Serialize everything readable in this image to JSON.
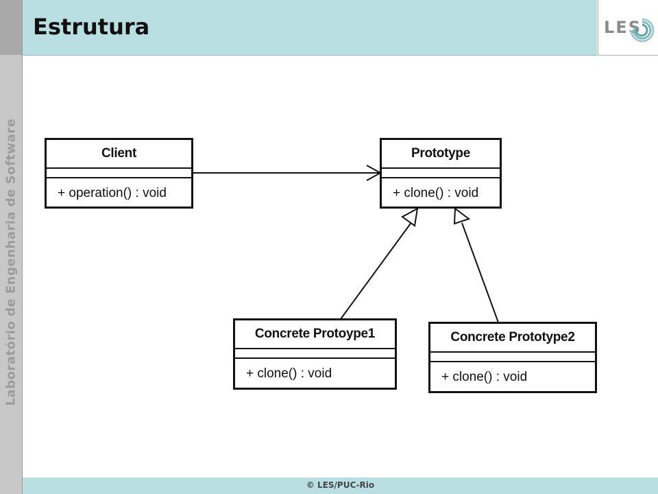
{
  "slide": {
    "title": "Estrutura",
    "sidebar_text": "Laboratório de Engenharia de Software",
    "logo_text": "LES",
    "footer": "© LES/PUC-Rio"
  },
  "colors": {
    "header_bg": "#b9dfe2",
    "sidebar_bg": "#c8c8c8",
    "line": "#111111"
  },
  "diagram": {
    "classes": {
      "client": {
        "name": "Client",
        "operation": "+ operation() : void"
      },
      "prototype": {
        "name": "Prototype",
        "operation": "+ clone() : void"
      },
      "concrete1": {
        "name": "Concrete Protoype1",
        "operation": "+ clone() : void"
      },
      "concrete2": {
        "name": "Concrete Prototype2",
        "operation": "+ clone() : void"
      }
    },
    "relations": [
      {
        "from": "client",
        "to": "prototype",
        "type": "association"
      },
      {
        "from": "concrete1",
        "to": "prototype",
        "type": "generalization"
      },
      {
        "from": "concrete2",
        "to": "prototype",
        "type": "generalization"
      }
    ]
  }
}
